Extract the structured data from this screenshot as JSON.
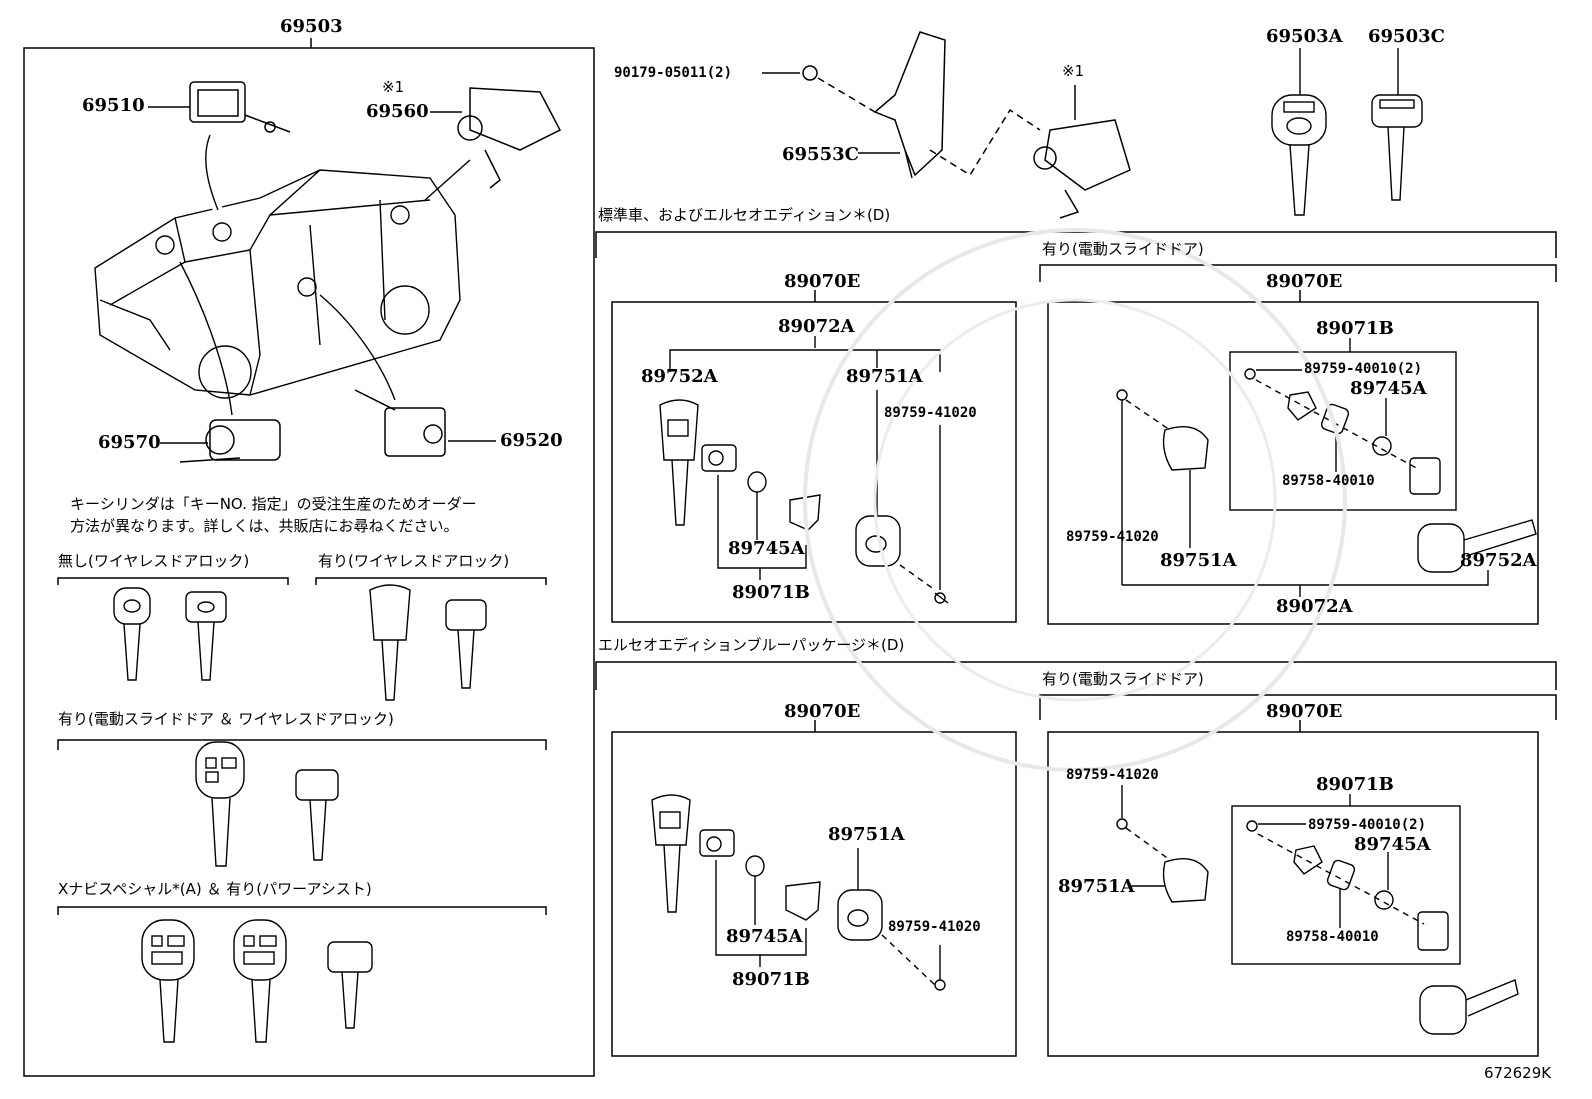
{
  "diagram": {
    "ref_code": "672629K",
    "left": {
      "assembly": "69503",
      "parts": {
        "p69510": "69510",
        "p69560": "69560",
        "p69570": "69570",
        "p69520": "69520",
        "note_mark": "※1"
      },
      "note_line1": "キーシリンダは「キーNO. 指定」の受注生産のためオーダー",
      "note_line2": "方法が異なります。詳しくは、共販店にお尋ねください。",
      "groups": {
        "no_wireless": "無し(ワイヤレスドアロック)",
        "with_wireless": "有り(ワイヤレスドアロック)",
        "power_slide_wireless": "有り(電動スライドドア ＆ ワイヤレスドアロック)",
        "xnavi": "Xナビスペシャル*(A) ＆ 有り(パワーアシスト)"
      }
    },
    "top": {
      "bolt": "90179-05011(2)",
      "bracket": "69553C",
      "note_mark": "※1",
      "key_a": "69503A",
      "key_c": "69503C"
    },
    "section1": {
      "title": "標準車、およびエルセオエディション＊(D)",
      "sub_right": "有り(電動スライドドア)",
      "left_box": {
        "head": "89070E",
        "assy": "89072A",
        "key": "89752A",
        "cover": "89751A",
        "screw": "89759-41020",
        "battery": "89745A",
        "unit": "89071B"
      },
      "right_box": {
        "head": "89070E",
        "unit": "89071B",
        "screw2": "89759-40010(2)",
        "battery": "89745A",
        "case": "89758-40010",
        "screw": "89759-41020",
        "cover": "89751A",
        "key": "89752A",
        "assy": "89072A"
      }
    },
    "section2": {
      "title": "エルセオエディションブルーパッケージ＊(D)",
      "sub_right": "有り(電動スライドドア)",
      "left_box": {
        "head": "89070E",
        "cover": "89751A",
        "screw": "89759-41020",
        "battery": "89745A",
        "unit": "89071B"
      },
      "right_box": {
        "head": "89070E",
        "screw": "89759-41020",
        "cover": "89751A",
        "unit": "89071B",
        "screw2": "89759-40010(2)",
        "battery": "89745A",
        "case": "89758-40010"
      }
    }
  }
}
